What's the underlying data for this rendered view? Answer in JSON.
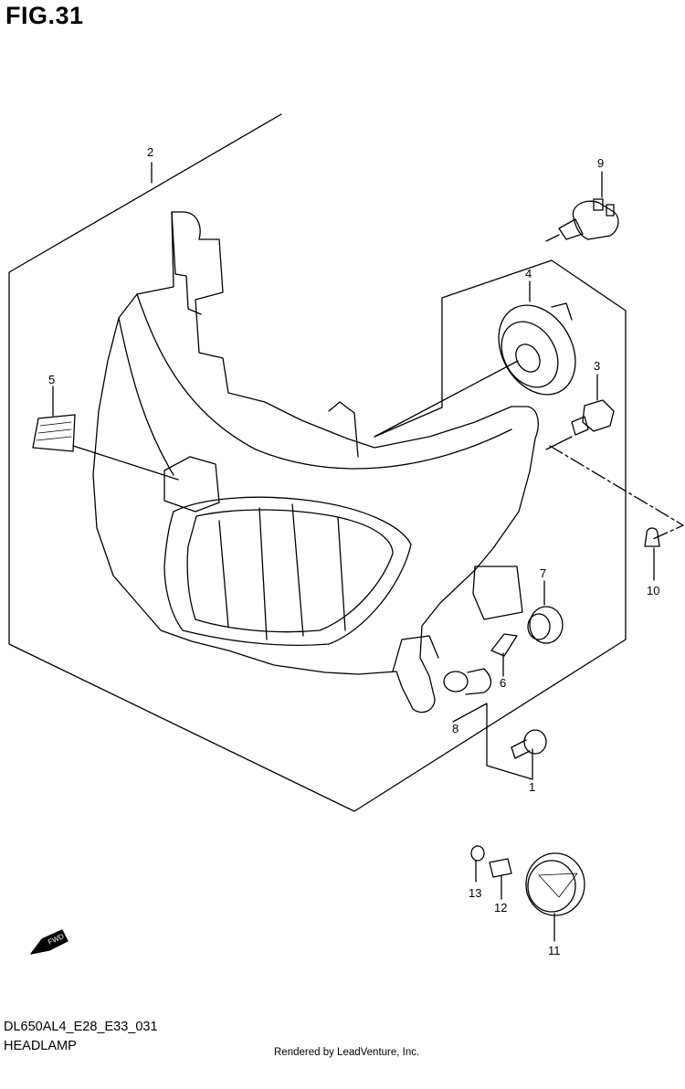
{
  "figure": {
    "title": "FIG.31",
    "code": "DL650AL4_E28_E33_031",
    "name": "HEADLAMP",
    "credit": "Rendered by LeadVenture, Inc."
  },
  "fwd_label": "FWD",
  "callouts": [
    "1",
    "2",
    "3",
    "4",
    "5",
    "6",
    "7",
    "8",
    "9",
    "10",
    "11",
    "12",
    "13"
  ]
}
